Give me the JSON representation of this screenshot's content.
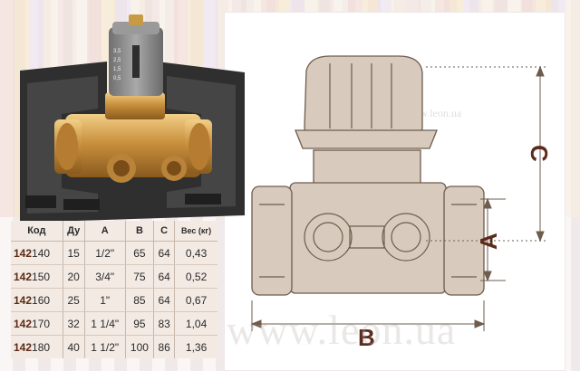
{
  "watermark": {
    "text": "www.leon.ua",
    "small": "www.leon.ua"
  },
  "dimensions": {
    "a": "A",
    "b": "B",
    "c": "C"
  },
  "valve_scale": [
    "3,5",
    "2,5",
    "1,5",
    "0,5"
  ],
  "spec_table": {
    "headers": {
      "code": "Код",
      "du": "Ду",
      "a": "A",
      "b": "B",
      "c": "C",
      "weight": "Вес",
      "weight_unit": "(кг)"
    },
    "rows": [
      {
        "code_bold": "142",
        "code_rest": "140",
        "du": "15",
        "a": "1/2\"",
        "b": "65",
        "c": "64",
        "weight": "0,43"
      },
      {
        "code_bold": "142",
        "code_rest": "150",
        "du": "20",
        "a": "3/4\"",
        "b": "75",
        "c": "64",
        "weight": "0,52"
      },
      {
        "code_bold": "142",
        "code_rest": "160",
        "du": "25",
        "a": "1\"",
        "b": "85",
        "c": "64",
        "weight": "0,67"
      },
      {
        "code_bold": "142",
        "code_rest": "170",
        "du": "32",
        "a": "1 1/4\"",
        "b": "95",
        "c": "83",
        "weight": "1,04"
      },
      {
        "code_bold": "142",
        "code_rest": "180",
        "du": "40",
        "a": "1 1/2\"",
        "b": "100",
        "c": "86",
        "weight": "1,36"
      }
    ]
  },
  "colors": {
    "brass": "#c9913e",
    "cap": "#8a8a8a",
    "insulation": "#2e2e2e",
    "drawing_fill": "#d8cbbd",
    "dim_accent": "#5b2b1c"
  }
}
